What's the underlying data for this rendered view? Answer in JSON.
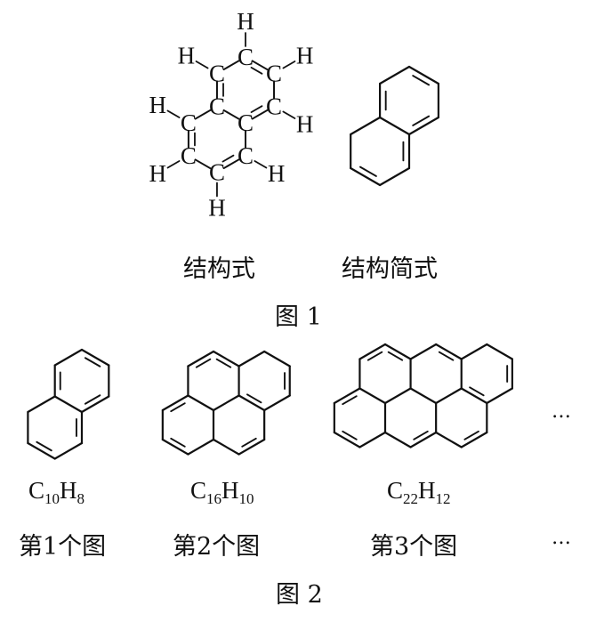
{
  "figure1": {
    "structural_label": "结构式",
    "skeletal_label": "结构简式",
    "caption": "图 1",
    "atom_carbon": "C",
    "atom_hydrogen": "H"
  },
  "figure2": {
    "caption": "图 2",
    "items": [
      {
        "formula": {
          "c_symbol": "C",
          "c_count": "10",
          "h_symbol": "H",
          "h_count": "8"
        },
        "label": "第1个图"
      },
      {
        "formula": {
          "c_symbol": "C",
          "c_count": "16",
          "h_symbol": "H",
          "h_count": "10"
        },
        "label": "第2个图"
      },
      {
        "formula": {
          "c_symbol": "C",
          "c_count": "22",
          "h_symbol": "H",
          "h_count": "12"
        },
        "label": "第3个图"
      }
    ],
    "ellipsis": "…"
  },
  "colors": {
    "ink": "#111111",
    "background": "#ffffff"
  }
}
